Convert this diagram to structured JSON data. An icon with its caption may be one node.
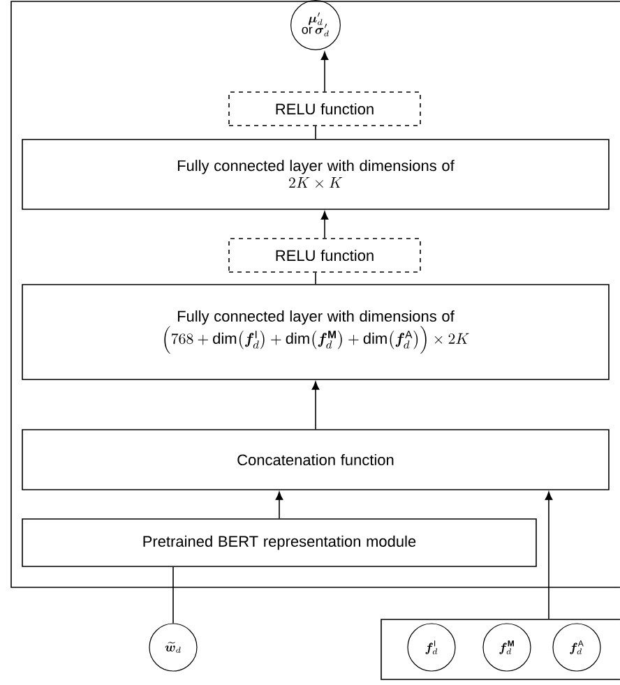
{
  "diagram": {
    "nodes": [
      {
        "text": [],
        "shape": "box"
      },
      {
        "text": [
          "\\begin{array}{c}\\boldsymbol{\\mu}'_d\\\\[-2pt] \\text{or}\\,\\boldsymbol{\\sigma}'_d\\end{array}"
        ],
        "in": 0
      },
      {
        "text": [
          "RELU function"
        ],
        "in": 0
      },
      {
        "text": [
          "Fully connected layer with dimensions of",
          "2K\\times K"
        ],
        "in": 0
      },
      {
        "text": [
          "RELU function"
        ],
        "in": 0
      },
      {
        "text": [
          "Fully connected layer with dimensions of",
          "\\Bigl(768+\\dim\\bigl(\\boldsymbol{f}^{\\mathrm{I}}_d\\bigr)+\\dim\\bigl(\\boldsymbol{f}^{\\mathbf{M}}_d\\bigr)+\\dim\\bigl(\\boldsymbol{f}^{\\mathrm{A}}_d\\bigr)\\Bigr)\\times 2K"
        ],
        "in": 0
      },
      {
        "text": [
          "Concatenation function"
        ],
        "in": 0
      },
      {
        "text": [
          "Pretrained BERT representation module"
        ],
        "in": 0
      },
      {
        "text": [
          "\\widetilde{\\boldsymbol{w}}_d"
        ]
      },
      {
        "text": [],
        "shape": "box"
      },
      {
        "text": [
          "\\boldsymbol{f}^{\\mathrm{I}}_d"
        ],
        "in": 9
      },
      {
        "text": [
          "\\boldsymbol{f}^{\\mathbf{M}}_d"
        ],
        "in": 9
      },
      {
        "text": [
          "\\boldsymbol{f}^{\\mathrm{A}}_d"
        ],
        "in": 9
      }
    ],
    "edges": [
      {
        "from": 8,
        "to": 7,
        "arrow": "none"
      },
      {
        "from": 9,
        "to": 6,
        "arrow": "to"
      },
      {
        "from": 7,
        "to": 6,
        "arrow": "to"
      },
      {
        "from": 6,
        "to": 5,
        "arrow": "to"
      },
      {
        "from": 5,
        "to": 4,
        "arrow": "none"
      },
      {
        "from": 4,
        "to": 3,
        "arrow": "to"
      },
      {
        "from": 3,
        "to": 2,
        "arrow": "none"
      },
      {
        "from": 2,
        "to": 1,
        "arrow": "to"
      }
    ]
  }
}
